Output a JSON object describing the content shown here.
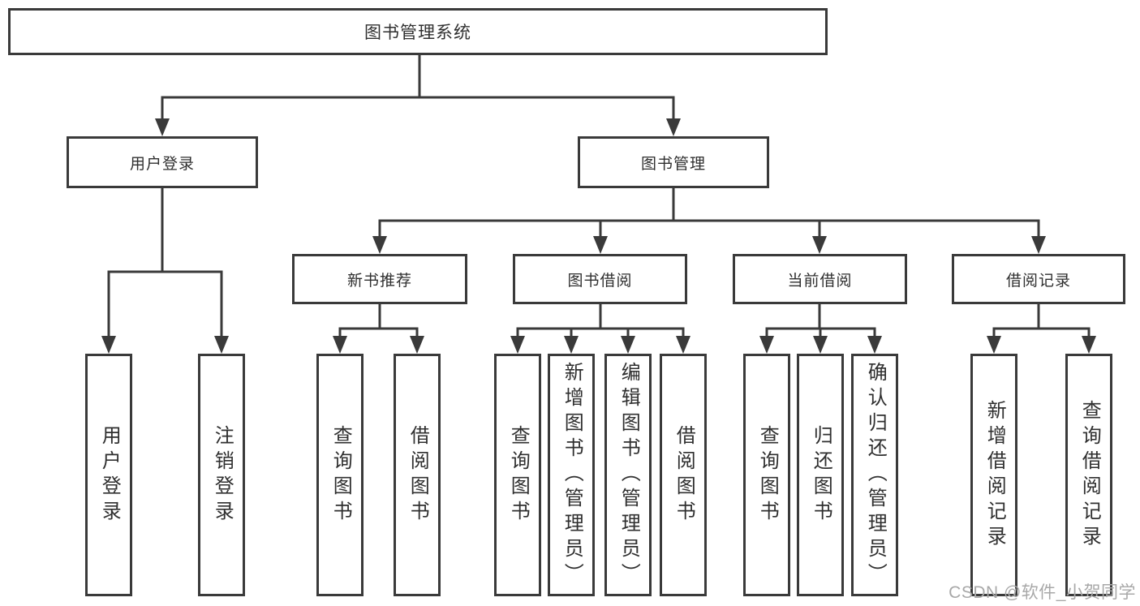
{
  "colors": {
    "line": "#3a3a3a",
    "box_border": "#3a3a3a",
    "text": "#2f2f2f",
    "watermark": "#a8a8a8",
    "background": "#ffffff"
  },
  "watermark": "CSDN @软件_小贺同学",
  "tree": {
    "root": {
      "label": "图书管理系统"
    },
    "branches": [
      {
        "label": "用户登录",
        "children": [
          {
            "label": "用户登录"
          },
          {
            "label": "注销登录"
          }
        ]
      },
      {
        "label": "图书管理",
        "children": [
          {
            "label": "新书推荐",
            "children": [
              {
                "label": "查询图书"
              },
              {
                "label": "借阅图书"
              }
            ]
          },
          {
            "label": "图书借阅",
            "children": [
              {
                "label": "查询图书"
              },
              {
                "label": "新增图书（管理员）"
              },
              {
                "label": "编辑图书（管理员）"
              },
              {
                "label": "借阅图书"
              }
            ]
          },
          {
            "label": "当前借阅",
            "children": [
              {
                "label": "查询图书"
              },
              {
                "label": "归还图书"
              },
              {
                "label": "确认归还（管理员）"
              }
            ]
          },
          {
            "label": "借阅记录",
            "children": [
              {
                "label": "新增借阅记录"
              },
              {
                "label": "查询借阅记录"
              }
            ]
          }
        ]
      }
    ]
  }
}
